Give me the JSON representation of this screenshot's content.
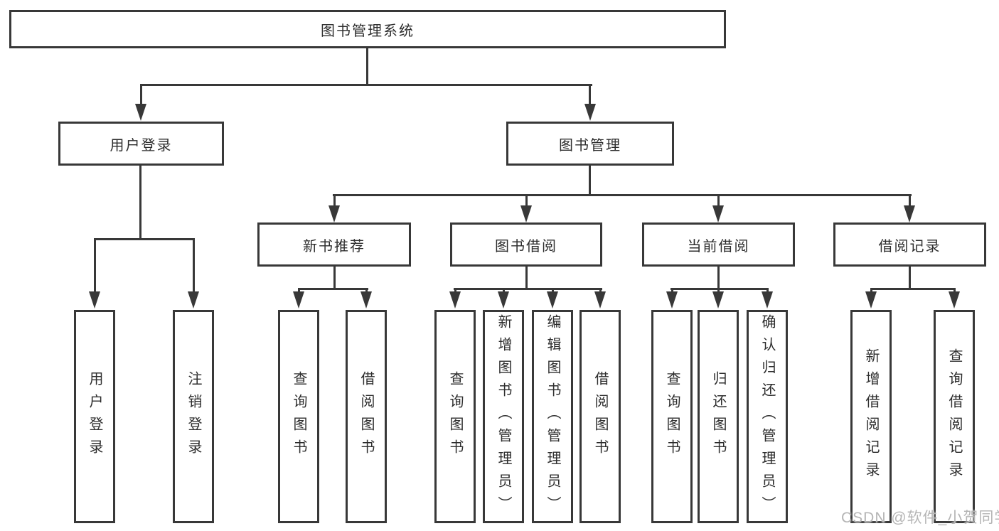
{
  "colors": {
    "line": "#383838",
    "text": "#2d2d2d",
    "background": "#ffffff",
    "watermark": "#b5b5b5"
  },
  "watermark": "CSDN @软件_小贺同学",
  "tree": {
    "root": {
      "label": "图书管理系统"
    },
    "branches": [
      {
        "label": "用户登录",
        "children": [
          {
            "label": "用户登录"
          },
          {
            "label": "注销登录"
          }
        ]
      },
      {
        "label": "图书管理",
        "children": [
          {
            "label": "新书推荐",
            "children": [
              {
                "label": "查询图书"
              },
              {
                "label": "借阅图书"
              }
            ]
          },
          {
            "label": "图书借阅",
            "children": [
              {
                "label": "查询图书"
              },
              {
                "label": "新增图书（管理员）"
              },
              {
                "label": "编辑图书（管理员）"
              },
              {
                "label": "借阅图书"
              }
            ]
          },
          {
            "label": "当前借阅",
            "children": [
              {
                "label": "查询图书"
              },
              {
                "label": "归还图书"
              },
              {
                "label": "确认归还（管理员）"
              }
            ]
          },
          {
            "label": "借阅记录",
            "children": [
              {
                "label": "新增借阅记录"
              },
              {
                "label": "查询借阅记录"
              }
            ]
          }
        ]
      }
    ]
  }
}
